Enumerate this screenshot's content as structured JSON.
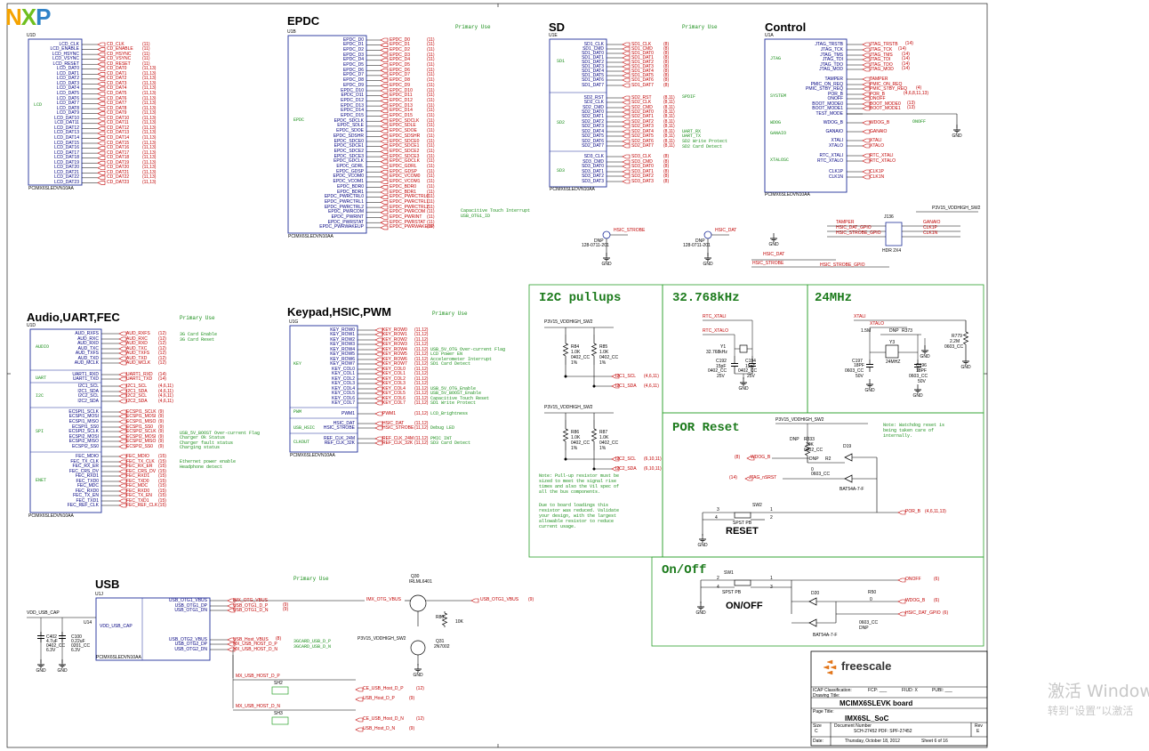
{
  "logo": {
    "text": "NXP",
    "colors": [
      "#f5a300",
      "#6fbf1f",
      "#2f82c8"
    ]
  },
  "lcd": {
    "part": "U1D",
    "block": "LCD",
    "footer": "PCIMX6SLEDVN10AA",
    "pins": [
      "LCD_CLK",
      "LCD_ENABLE",
      "LCD_HSYNC",
      "LCD_VSYNC",
      "LCD_RESET",
      "LCD_DAT0",
      "LCD_DAT1",
      "LCD_DAT2",
      "LCD_DAT3",
      "LCD_DAT4",
      "LCD_DAT5",
      "LCD_DAT6",
      "LCD_DAT7",
      "LCD_DAT8",
      "LCD_DAT9",
      "LCD_DAT10",
      "LCD_DAT11",
      "LCD_DAT12",
      "LCD_DAT13",
      "LCD_DAT14",
      "LCD_DAT15",
      "LCD_DAT16",
      "LCD_DAT17",
      "LCD_DAT18",
      "LCD_DAT19",
      "LCD_DAT20",
      "LCD_DAT21",
      "LCD_DAT22",
      "LCD_DAT23"
    ],
    "signals": [
      "CD_CLK",
      "CD_ENABLE",
      "CD_HSYNC",
      "CD_VSYNC",
      "CD_RESET",
      "CD_DAT0",
      "CD_DAT1",
      "CD_DAT2",
      "CD_DAT3",
      "CD_DAT4",
      "CD_DAT5",
      "CD_DAT6",
      "CD_DAT7",
      "CD_DAT8",
      "CD_DAT9",
      "CD_DAT10",
      "CD_DAT11",
      "CD_DAT12",
      "CD_DAT13",
      "CD_DAT14",
      "CD_DAT15",
      "CD_DAT16",
      "CD_DAT17",
      "CD_DAT18",
      "CD_DAT19",
      "CD_DAT20",
      "CD_DAT21",
      "CD_DAT22",
      "CD_DAT23"
    ],
    "refs": [
      "(11)",
      "(11)",
      "(11)",
      "(11)",
      "(11)",
      "(11,13)",
      "(11,13)",
      "(11,13)",
      "(11,13)",
      "(11,13)",
      "(11,13)",
      "(11,13)",
      "(11,13)",
      "(11,13)",
      "(11,13)",
      "(11,13)",
      "(11,13)",
      "(11,13)",
      "(11,13)",
      "(11,13)",
      "(11,13)",
      "(11,13)",
      "(11,13)",
      "(11,13)",
      "(11,13)",
      "(11,13)",
      "(11,13)",
      "(11,13)",
      "(11,13)"
    ]
  },
  "epdc": {
    "title": "EPDC",
    "part": "U1B",
    "block": "EPDC",
    "primary_use": "Primary Use",
    "footer": "PCIMX6SLEDVN10AA",
    "pins": [
      "EPDC_D0",
      "EPDC_D1",
      "EPDC_D2",
      "EPDC_D3",
      "EPDC_D4",
      "EPDC_D5",
      "EPDC_D6",
      "EPDC_D7",
      "EPDC_D8",
      "EPDC_D9",
      "EPDC_D10",
      "EPDC_D11",
      "EPDC_D12",
      "EPDC_D13",
      "EPDC_D14",
      "EPDC_D15",
      "EPDC_SDCLK",
      "EPDC_SDLE",
      "EPDC_SDOE",
      "EPDC_SDSHR",
      "EPDC_SDCE0",
      "EPDC_SDCE1",
      "EPDC_SDCE2",
      "EPDC_SDCE3",
      "EPDC_GDCLK",
      "EPDC_GDRL",
      "EPDC_GDSP",
      "EPDC_VCOM0",
      "EPDC_VCOM1",
      "EPDC_BDR0",
      "EPDC_BDR1",
      "EPDC_PWRCTRL0",
      "EPDC_PWRCTRL1",
      "EPDC_PWRCTRL2",
      "EPDC_PWRCOM",
      "EPDC_PWRINT",
      "EPDC_PWRSTAT",
      "EPDC_PWRWAKEUP"
    ],
    "signals": [
      "EPDC_D0",
      "EPDC_D1",
      "EPDC_D2",
      "EPDC_D3",
      "EPDC_D4",
      "EPDC_D5",
      "EPDC_D6",
      "EPDC_D7",
      "EPDC_D8",
      "EPDC_D9",
      "EPDC_D10",
      "EPDC_D11",
      "EPDC_D12",
      "EPDC_D13",
      "EPDC_D14",
      "EPDC_D15",
      "EPDC_SDCLK",
      "EPDC_SDLE",
      "EPDC_SDOE",
      "EPDC_SDSHR",
      "EPDC_SDCE0",
      "EPDC_SDCE1",
      "EPDC_SDCE2",
      "EPDC_SDCE3",
      "EPDC_GDCLK",
      "EPDC_GDRL",
      "EPDC_GDSP",
      "EPDC_VCOM0",
      "EPDC_VCOM1",
      "EPDC_BDR0",
      "EPDC_BDR1",
      "EPDC_PWRCTRL0",
      "EPDC_PWRCTRL1",
      "EPDC_PWRCTRL2",
      "EPDC_PWRCOM",
      "EPDC_PWRINT",
      "EPDC_PWRSTAT",
      "EPDC_PWRWAKEUP"
    ],
    "notes": [
      "Capacitive Touch Interrupt",
      "USB_OTG1_ID"
    ]
  },
  "sd": {
    "title": "SD",
    "part": "U1E",
    "primary_use": "Primary Use",
    "footer": "PCIMX6SLEDVN10AA",
    "groups": [
      "SD1",
      "SD2",
      "SD3"
    ],
    "pins": [
      "SD1_CLK",
      "SD1_CMD",
      "SD1_DAT0",
      "SD1_DAT1",
      "SD1_DAT2",
      "SD1_DAT3",
      "SD1_DAT4",
      "SD1_DAT5",
      "SD1_DAT6",
      "SD1_DAT7",
      "SD2_RST",
      "SD2_CLK",
      "SD2_CMD",
      "SD2_DAT0",
      "SD2_DAT1",
      "SD2_DAT2",
      "SD2_DAT3",
      "SD2_DAT4",
      "SD2_DAT5",
      "SD2_DAT6",
      "SD2_DAT7",
      "SD3_CLK",
      "SD3_CMD",
      "SD3_DAT0",
      "SD3_DAT1",
      "SD3_DAT2",
      "SD3_DAT3"
    ],
    "signals": [
      "SD1_CLK",
      "SD1_CMD",
      "SD1_DAT0",
      "SD1_DAT1",
      "SD1_DAT2",
      "SD1_DAT3",
      "SD1_DAT4",
      "SD1_DAT5",
      "SD1_DAT6",
      "SD1_DAT7",
      "SD2_RST",
      "SD2_CLK",
      "SD2_CMD",
      "SD2_DAT0",
      "SD2_DAT1",
      "SD2_DAT2",
      "SD2_DAT3",
      "SD2_DAT4",
      "SD2_DAT5",
      "SD2_DAT6",
      "SD2_DAT7",
      "SD3_CLK",
      "SD3_CMD",
      "SD3_DAT0",
      "SD3_DAT1",
      "SD3_DAT2",
      "SD3_DAT3"
    ],
    "notes": [
      "SPDIF",
      "UART_RX",
      "UART_TX",
      "SD2 Write Protect",
      "SD2 Card Detect"
    ]
  },
  "control": {
    "title": "Control",
    "part": "U1A",
    "footer": "PCIMX6SLEDVN10AA",
    "groups": [
      "JTAG",
      "SYSTEM",
      "WDOG",
      "GANAIO",
      "XTALOSC"
    ],
    "pins": [
      "JTAG_TRSTB",
      "JTAG_TCK",
      "JTAG_TMS",
      "JTAG_TDI",
      "JTAG_TDO",
      "JTAG_MOD",
      "TAMPER",
      "PMIC_ON_REQ",
      "PMIC_STBY_REQ",
      "POR_B",
      "ONOFF",
      "BOOT_MODE0",
      "BOOT_MODE1",
      "TEST_MODE",
      "WDOG_B",
      "GANAIO",
      "XTALI",
      "XTALO",
      "RTC_XTALI",
      "RTC_XTALO",
      "CLK1P",
      "CLK1N"
    ],
    "signals": [
      "JTAG_TRSTB",
      "JTAG_TCK",
      "JTAG_TMS",
      "JTAG_TDI",
      "JTAG_TDO",
      "JTAG_MOD",
      "TAMPER",
      "PMIC_ON_REQ",
      "PMIC_STBY_REQ",
      "POR_B",
      "ONOFF",
      "BOOT_MODE0",
      "BOOT_MODE1",
      "",
      "WDOG_B",
      "GANAIO",
      "XTALI",
      "XTALO",
      "RTC_XTALI",
      "RTC_XTALO",
      "CLK1P",
      "CLK1N"
    ],
    "onoff_note": "ONOFF",
    "gnd": "GND"
  },
  "test_points": {
    "tp1": {
      "ref": "DNP",
      "part": "128-0711-201",
      "net": "HSIC_STROBE"
    },
    "tp2": {
      "ref": "DNP",
      "part": "128-0711-201",
      "net": "HSIC_DAT"
    },
    "header": {
      "ref": "J136",
      "part": "HDR 2X4",
      "supply": "P3V15_VDDHIGH_SW2",
      "nets_left": [
        "TAMPER",
        "HSIC_DAT_GPIO",
        "HSIC_STROBE_GPIO"
      ],
      "nets_right": [
        "GANAIO",
        "CLK1P",
        "CLK1N"
      ],
      "dat_net": "HSIC_DAT",
      "strobe_net": "HSIC_STROBE",
      "strobe_gpio": "HSIC_STROBE_GPIO"
    }
  },
  "audio": {
    "title": "Audio,UART,FEC",
    "part": "U1D",
    "primary_use": "Primary Use",
    "footer": "PCIMX6SLEDVN10AA",
    "groups": [
      "AUDIO",
      "UART",
      "I2C",
      "SPI",
      "ENET"
    ],
    "pins": [
      "AUD_RXFS",
      "AUD_RXC",
      "AUD_RXD",
      "AUD_TXC",
      "AUD_TXFS",
      "AUD_TXD",
      "AUD_MCLK",
      "UART1_RXD",
      "UART1_TXD",
      "I2C1_SCL",
      "I2C1_SDA",
      "I2C2_SCL",
      "I2C2_SDA",
      "ECSPI1_SCLK",
      "ECSPI1_MOSI",
      "ECSPI1_MISO",
      "ECSPI1_SS0",
      "ECSPI2_SCLK",
      "ECSPI2_MOSI",
      "ECSPI2_MISO",
      "ECSPI2_SS0",
      "FEC_MDIO",
      "FEC_TX_CLK",
      "FEC_RX_ER",
      "FEC_CRS_DV",
      "FEC_RXD1",
      "FEC_TXD0",
      "FEC_MDC",
      "FEC_RXD0",
      "FEC_TX_EN",
      "FEC_TXD1",
      "FEC_REF_CLK"
    ],
    "signals": [
      "AUD_RXFS",
      "AUD_RXC",
      "AUD_RXD",
      "AUD_TXC",
      "AUD_TXFS",
      "AUD_TXD",
      "AUD_MCLK",
      "UART1_RXD",
      "UART1_TXD",
      "I2C1_SCL",
      "I2C1_SDA",
      "I2C2_SCL",
      "I2C2_SDA",
      "ECSPI1_SCLK",
      "ECSPI1_MOSI",
      "ECSPI1_MISO",
      "ECSPI1_SS0",
      "ECSPI2_SCLK",
      "ECSPI2_MOSI",
      "ECSPI2_MISO",
      "ECSPI2_SS0",
      "FEC_MDIO",
      "FEC_TX_CLK",
      "FEC_RX_ER",
      "FEC_CRS_DV",
      "FEC_RXD1",
      "FEC_TXD0",
      "FEC_MDC",
      "FEC_RXD0",
      "FEC_TX_EN",
      "FEC_TXD1",
      "FEC_REF_CLK"
    ],
    "notes": [
      "3G Card Enable",
      "3G Card Reset",
      "USB_5V_BOOST Over-current Flag",
      "Charger Ok Status",
      "Charger fault status",
      "Charging status",
      "Ethernet power enable",
      "Headphone detect"
    ]
  },
  "keypad": {
    "title": "Keypad,HSIC,PWM",
    "part": "U1G",
    "primary_use": "Primary Use",
    "footer": "PCIMX6SLEDVN10AA",
    "groups": [
      "KEY",
      "PWM",
      "USB_HSIC",
      "CLKOUT"
    ],
    "pins": [
      "KEY_ROW0",
      "KEY_ROW1",
      "KEY_ROW2",
      "KEY_ROW3",
      "KEY_ROW4",
      "KEY_ROW5",
      "KEY_ROW6",
      "KEY_ROW7",
      "KEY_COL0",
      "KEY_COL1",
      "KEY_COL2",
      "KEY_COL3",
      "KEY_COL4",
      "KEY_COL5",
      "KEY_COL6",
      "KEY_COL7",
      "PWM1",
      "HSIC_DAT",
      "HSIC_STROBE",
      "REF_CLK_24M",
      "REF_CLK_32K"
    ],
    "signals": [
      "KEY_ROW0",
      "KEY_ROW1",
      "KEY_ROW2",
      "KEY_ROW3",
      "KEY_ROW4",
      "KEY_ROW5",
      "KEY_ROW6",
      "KEY_ROW7",
      "KEY_COL0",
      "KEY_COL1",
      "KEY_COL2",
      "KEY_COL3",
      "KEY_COL4",
      "KEY_COL5",
      "KEY_COL6",
      "KEY_COL7",
      "PWM1",
      "HSIC_DAT",
      "HSIC_STROBE",
      "REF_CLK_24M",
      "REF_CLK_32K"
    ],
    "notes": [
      "USB_5V_OTG Over-current Flag",
      "LCD Power EN",
      "Accelerometer Interrupt",
      "SD1 Card Detect",
      "USB_5V_OTG_Enable",
      "USB_5V_BOOST_Enable",
      "Capacitive Touch Reset",
      "SD1 Write Protect",
      "LCD_Brightness",
      "Debug LED",
      "PMIC INT",
      "SD3 Card Detect"
    ]
  },
  "usb": {
    "title": "USB",
    "part": "U1J",
    "u14": "U14",
    "vdd_cap": "VDD_USB_CAP",
    "footer": "PCIMX6SLEDVN10AA",
    "primary_use": "Primary Use",
    "pins": [
      "USB_OTG1_VBUS",
      "USB_OTG1_DP",
      "USB_OTG1_DN",
      "USB_OTG2_VBUS",
      "USB_OTG2_DP",
      "USB_OTG2_DN"
    ],
    "signals": [
      "IMX_OTG_VBUS",
      "USB_OTG1_D_P",
      "USB_OTG1_D_N",
      "USB_Host_VBUS",
      "MX_USB_HOST_D_P",
      "MX_USB_HOST_D_N"
    ],
    "notes": [
      "3GCARD_USB_D_P",
      "3GCARD_USB_D_N"
    ],
    "caps": [
      {
        "ref": "C402",
        "val": "4.7uF",
        "pkg": "0402_CC",
        "v": "6.3V"
      },
      {
        "ref": "C100",
        "val": "0.22uF",
        "pkg": "0201_CC",
        "v": "6.3V"
      }
    ],
    "q30": {
      "ref": "Q30",
      "part": "IRLML6401"
    },
    "q31": {
      "ref": "Q31",
      "part": "2N7002"
    },
    "r80": {
      "ref": "R80",
      "val": "10K"
    },
    "supply": "P3V15_VDDHIGH_SW2",
    "out": "USB_OTG1_VBUS",
    "sh2": "SH2",
    "sh3": "SH3",
    "host_dp": "CE_USB_Host_D_P",
    "host_dn": "CE_USB_Host_D_N",
    "host_d_p": "USB_Host_D_P",
    "host_d_n": "USB_Host_D_N"
  },
  "i2c": {
    "title": "I2C pullups",
    "supply": "P3V15_VDDHIGH_SW2",
    "resistors": [
      {
        "ref": "R84",
        "val": "1.0K",
        "pkg": "0402_CC",
        "tol": "1%"
      },
      {
        "ref": "R85",
        "val": "1.0K",
        "pkg": "0402_CC",
        "tol": "1%"
      },
      {
        "ref": "R86",
        "val": "1.0K",
        "pkg": "0402_CC",
        "tol": "1%"
      },
      {
        "ref": "R87",
        "val": "1.0K",
        "pkg": "0402_CC",
        "tol": "1%"
      }
    ],
    "nets": [
      "I2C1_SCL",
      "I2C1_SDA",
      "I2C2_SCL",
      "I2C2_SDA"
    ],
    "refs": [
      "(4,6,11)",
      "(4,6,11)",
      "(6,10,11)",
      "(6,10,11)"
    ],
    "note1": "Note: Pull-up resistor must be sized to meet the signal rise times and also the Vil spec of all the bus components.",
    "note2": "Due to board loadings this resistor was reduced. Validate your design, with the largest allowable resistor to reduce current usage."
  },
  "rtc": {
    "title": "32.768kHz",
    "nets": [
      "RTC_XTALI",
      "RTC_XTALO"
    ],
    "y1": {
      "ref": "Y1",
      "val": "32.768kHz"
    },
    "caps": [
      {
        "ref": "C192",
        "val": "15pF",
        "pkg": "0402_CC",
        "v": "25V"
      },
      {
        "ref": "C194",
        "val": "15pF",
        "pkg": "0402_CC",
        "v": "25V"
      }
    ]
  },
  "osc24": {
    "title": "24MHz",
    "nets": [
      "XTALI",
      "XTALO"
    ],
    "y3": {
      "ref": "Y3",
      "val": "24MHZ"
    },
    "r373": {
      "ref": "R373",
      "val": "1.5M",
      "dnp": "DNP"
    },
    "r779": {
      "ref": "R779",
      "val": "2.2M",
      "pkg": "0603_CC"
    },
    "caps": [
      {
        "ref": "C197",
        "val": "18PF",
        "pkg": "0603_CC",
        "v": "50V"
      },
      {
        "ref": "C196",
        "val": "18PF",
        "pkg": "0603_CC",
        "v": "50V"
      }
    ]
  },
  "por": {
    "title": "POR Reset",
    "supply": "P3V15_VDDHIGH_SW2",
    "note": "Note: Watchdog reset is being taken care of internally.",
    "r333": {
      "ref": "R333",
      "val": "10K",
      "pkg": "0402_CC",
      "dnp": "DNP"
    },
    "r2": {
      "ref": "R2",
      "val": "0",
      "pkg": "0603_CC",
      "dnp": "DNP"
    },
    "d19": {
      "ref": "D19",
      "part": "BAT54A-7-F"
    },
    "sw2": {
      "ref": "SW2",
      "part": "SPST PB"
    },
    "label": "RESET",
    "nets": [
      "WDOG_B",
      "JTAG_nSRST",
      "POR_B"
    ],
    "refs": [
      "(8)",
      "(14)",
      "(4,6,11,13)"
    ]
  },
  "onoff": {
    "title": "On/Off",
    "sw1": {
      "ref": "SW1",
      "part": "SPST PB"
    },
    "label": "ON/OFF",
    "d20": {
      "ref": "D20",
      "part": "BAT54A-7-F"
    },
    "r50": {
      "ref": "R50",
      "val": "0",
      "pkg": "0603_CC",
      "dnp": "DNP"
    },
    "nets": [
      "ONOFF",
      "WDOG_B",
      "HSIC_DAT_GPIO"
    ],
    "refs": [
      "(6)",
      "(6)",
      "(6)"
    ]
  },
  "titleblock": {
    "brand": "freescale",
    "classification": "ICAP Classification:",
    "fcp": "FCP: ___",
    "fiud": "FIUD: X",
    "pubi": "PUBI: ___",
    "drawing_title_label": "Drawing Title:",
    "drawing_title": "MCIMX6SLEVK board",
    "page_title_label": "Page Title:",
    "page_title": "IMX6SL_SoC",
    "size_label": "Size",
    "size": "C",
    "doc_label": "Document Number",
    "doc": "SCH-27452 PDF: SPF-27452",
    "rev_label": "Rev",
    "rev": "E",
    "date_label": "Date:",
    "date": "Thursday, October 18, 2012",
    "sheet": "Sheet 6 of 16"
  },
  "watermark": {
    "line1": "激活 Windows",
    "line2": "转到“设置”以激活"
  }
}
